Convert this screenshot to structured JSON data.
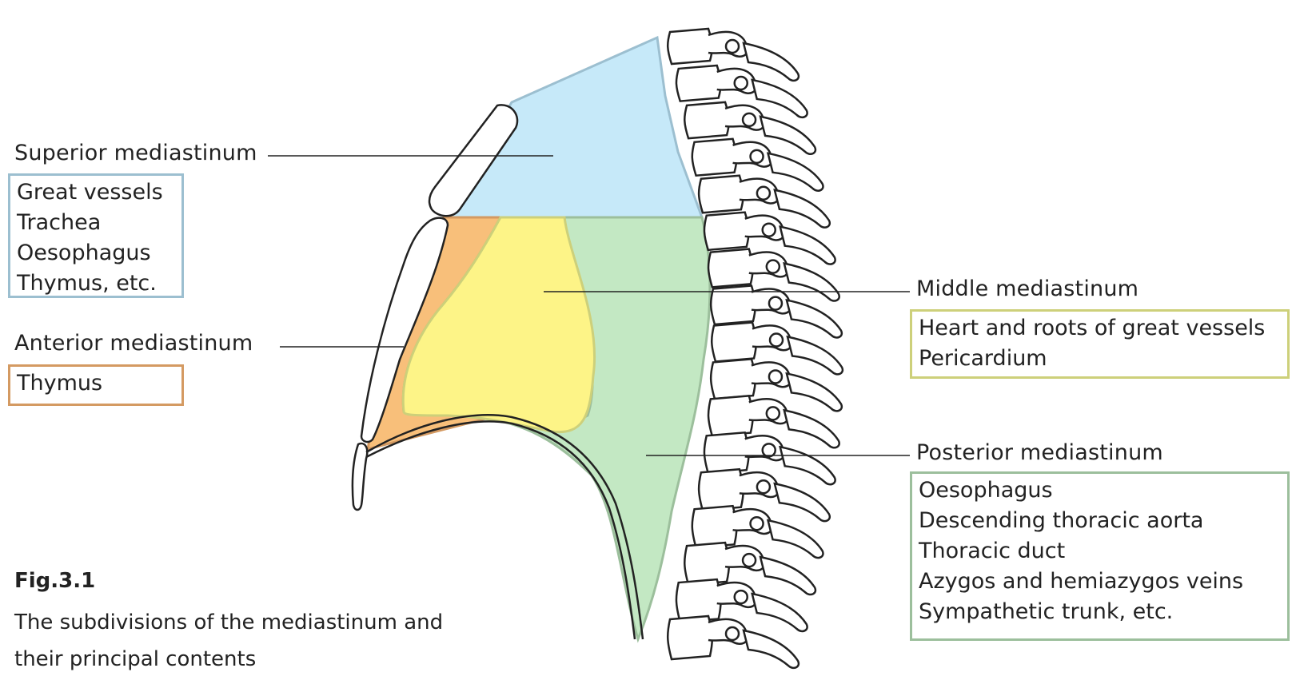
{
  "regions": {
    "superior": {
      "label": "Superior mediastinum",
      "color": "#c6e9f9",
      "border": "#9cbfd0",
      "contents": [
        "Great vessels",
        "Trachea",
        "Oesophagus",
        "Thymus, etc."
      ]
    },
    "anterior": {
      "label": "Anterior mediastinum",
      "color": "#f8bf7a",
      "border": "#d49a62",
      "contents": [
        "Thymus"
      ]
    },
    "middle": {
      "label": "Middle mediastinum",
      "color": "#fdf487",
      "border": "#cdd07a",
      "contents": [
        "Heart and roots of great vessels",
        "Pericardium"
      ]
    },
    "posterior": {
      "label": "Posterior mediastinum",
      "color": "#c3e8c3",
      "border": "#9cbf9c",
      "contents": [
        "Oesophagus",
        "Descending thoracic aorta",
        "Thoracic duct",
        "Azygos and hemiazygos veins",
        "Sympathetic trunk, etc."
      ]
    }
  },
  "caption": {
    "title": "Fig.3.1",
    "text": "The subdivisions of the mediastinum and their principal contents"
  }
}
